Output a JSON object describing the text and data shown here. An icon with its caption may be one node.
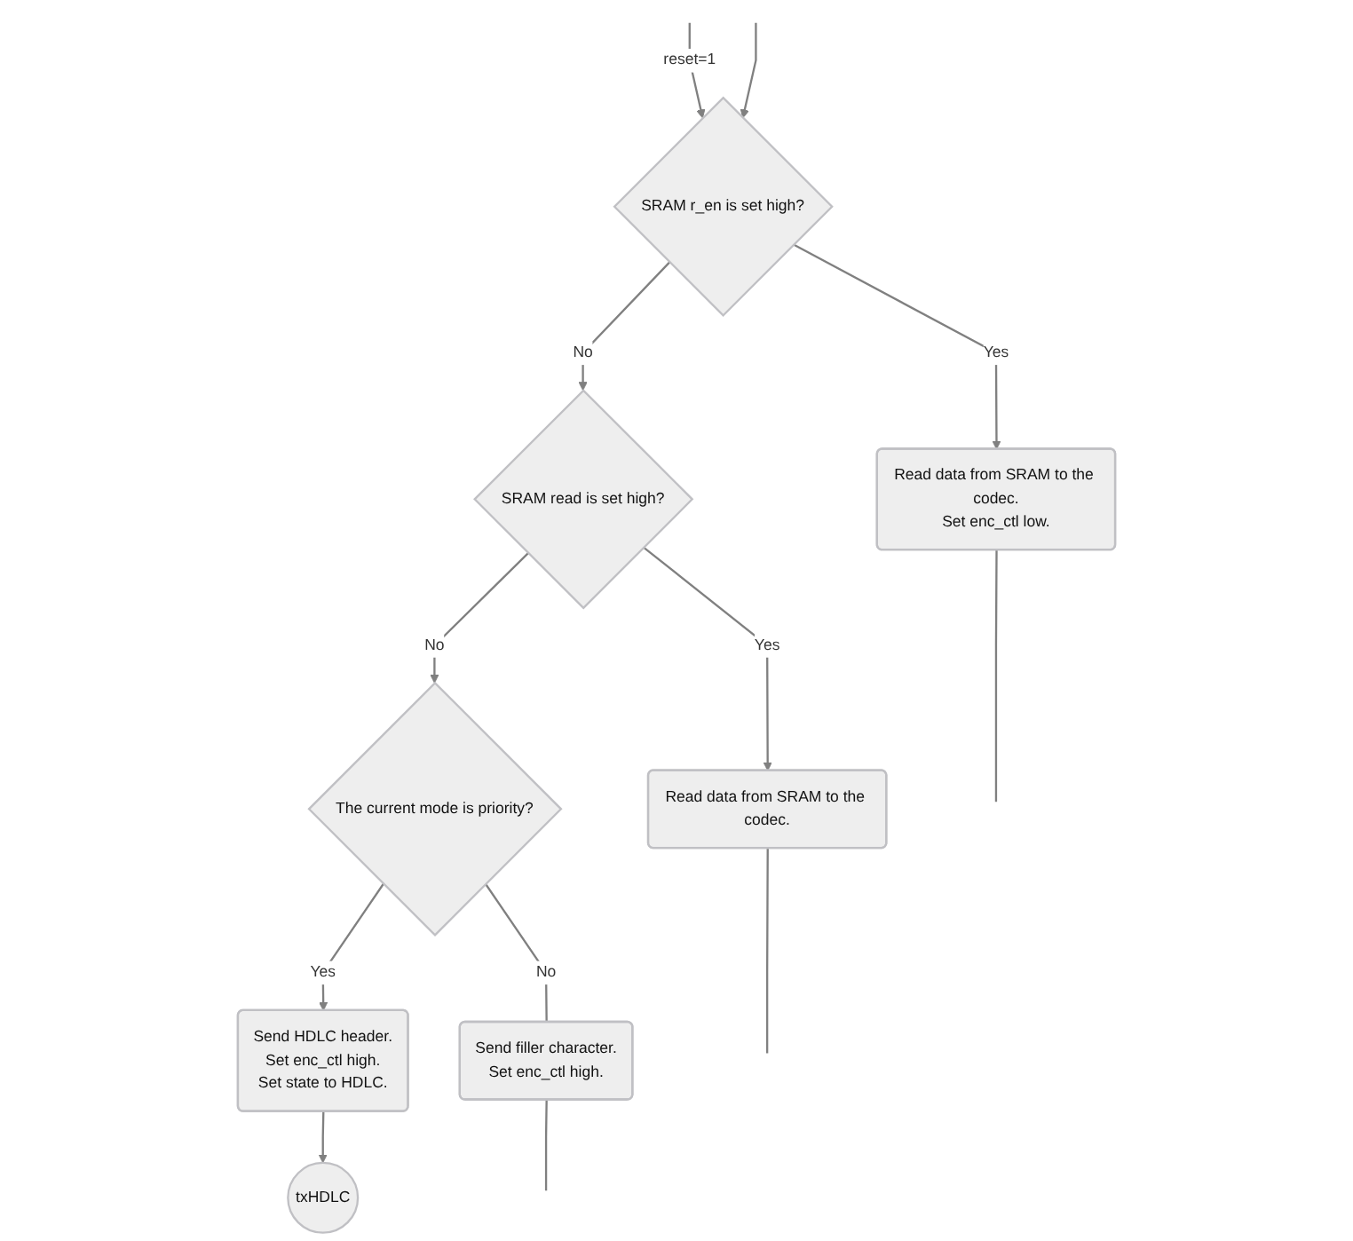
{
  "diagram": {
    "nodes": [
      {
        "text": [
          "SRAM r_en is set high?"
        ]
      },
      {
        "text": [
          "Read data from SRAM to the codec.",
          "Set enc_ctl low."
        ]
      },
      {
        "text": [
          "SRAM read is set high?"
        ]
      },
      {
        "text": [
          "Read data from SRAM to the codec."
        ]
      },
      {
        "text": [
          "The current mode is priority?"
        ]
      },
      {
        "text": [
          "Send HDLC header.",
          "Set enc_ctl high.",
          "Set state to HDLC."
        ]
      },
      {
        "text": [
          "txHDLC"
        ]
      },
      {
        "text": [
          "Send filler character.",
          "Set enc_ctl high."
        ]
      }
    ],
    "edges": [
      {
        "from": null,
        "to": 0,
        "arrow": "to",
        "label": "reset=1"
      },
      {
        "from": null,
        "to": 0,
        "arrow": "to"
      },
      {
        "from": 0,
        "to": 1,
        "arrow": "to",
        "label": "Yes"
      },
      {
        "from": 1,
        "to": null,
        "arrow": "none"
      },
      {
        "from": 0,
        "to": 2,
        "arrow": "to",
        "label": "No"
      },
      {
        "from": 2,
        "to": 3,
        "arrow": "to",
        "label": "Yes"
      },
      {
        "from": 3,
        "to": null,
        "arrow": "none"
      },
      {
        "from": 2,
        "to": 4,
        "arrow": "to",
        "label": "No"
      },
      {
        "from": 4,
        "to": 5,
        "arrow": "to",
        "label": "Yes"
      },
      {
        "from": 5,
        "to": 6,
        "arrow": "to"
      },
      {
        "from": 4,
        "to": 7,
        "arrow": "none",
        "label": "No"
      },
      {
        "from": 7,
        "to": null,
        "arrow": "none"
      }
    ]
  }
}
